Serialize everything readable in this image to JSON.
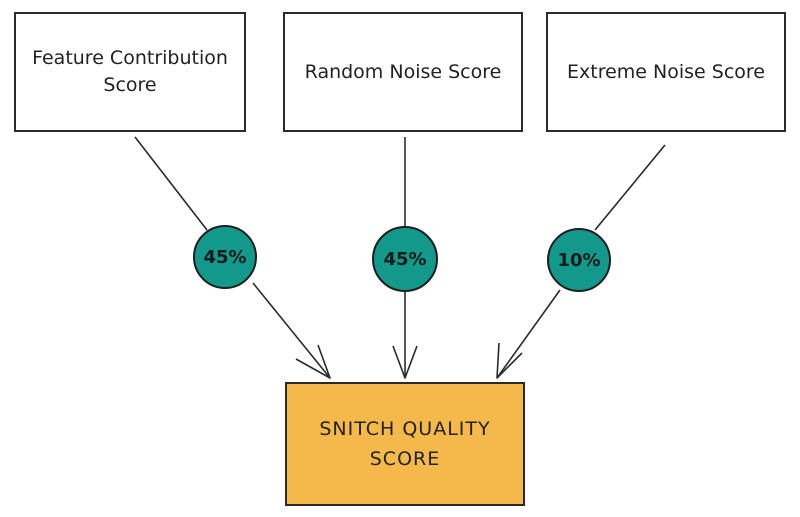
{
  "sources": [
    {
      "label": "Feature Contribution Score",
      "weight": "45%"
    },
    {
      "label": "Random Noise Score",
      "weight": "45%"
    },
    {
      "label": "Extreme Noise Score",
      "weight": "10%"
    }
  ],
  "output": {
    "label": "SNITCH QUALITY SCORE"
  },
  "colors": {
    "stroke": "#2a2a2a",
    "weight_fill": "#13998b",
    "output_fill": "#f5b84a",
    "box_fill": "#ffffff"
  }
}
